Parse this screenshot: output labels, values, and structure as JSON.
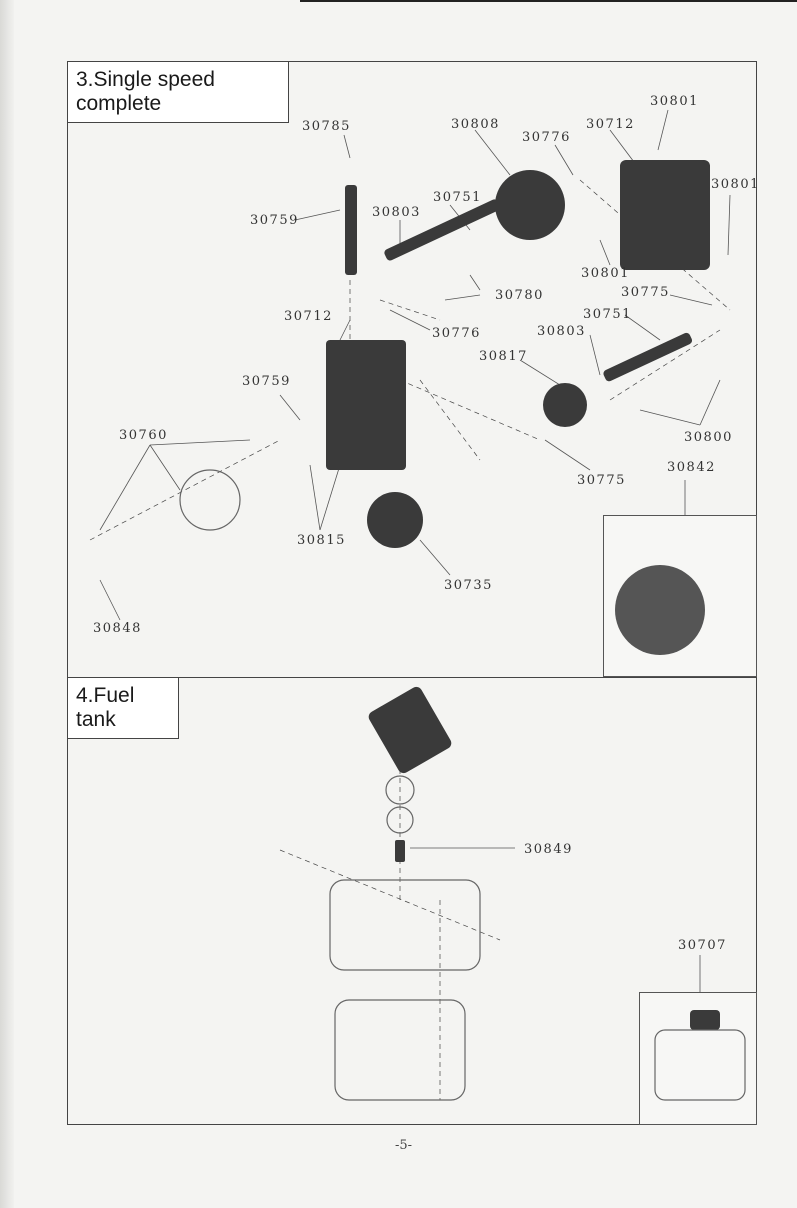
{
  "sections": {
    "single_speed": {
      "title": "3.Single speed complete"
    },
    "fuel_tank": {
      "title": "4.Fuel tank"
    }
  },
  "parts": {
    "p30785": "30785",
    "p30808": "30808",
    "p30776a": "30776",
    "p30712a": "30712",
    "p30801a": "30801",
    "p30801b": "30801",
    "p30759a": "30759",
    "p30803a": "30803",
    "p30751a": "30751",
    "p30801c": "30801",
    "p30780": "30780",
    "p30775a": "30775",
    "p30712b": "30712",
    "p30776b": "30776",
    "p30751b": "30751",
    "p30803b": "30803",
    "p30817": "30817",
    "p30759b": "30759",
    "p30760": "30760",
    "p30800": "30800",
    "p30842": "30842",
    "p30775b": "30775",
    "p30815": "30815",
    "p30735": "30735",
    "p30848": "30848",
    "p30849": "30849",
    "p30707": "30707"
  },
  "page_number": "-5-"
}
